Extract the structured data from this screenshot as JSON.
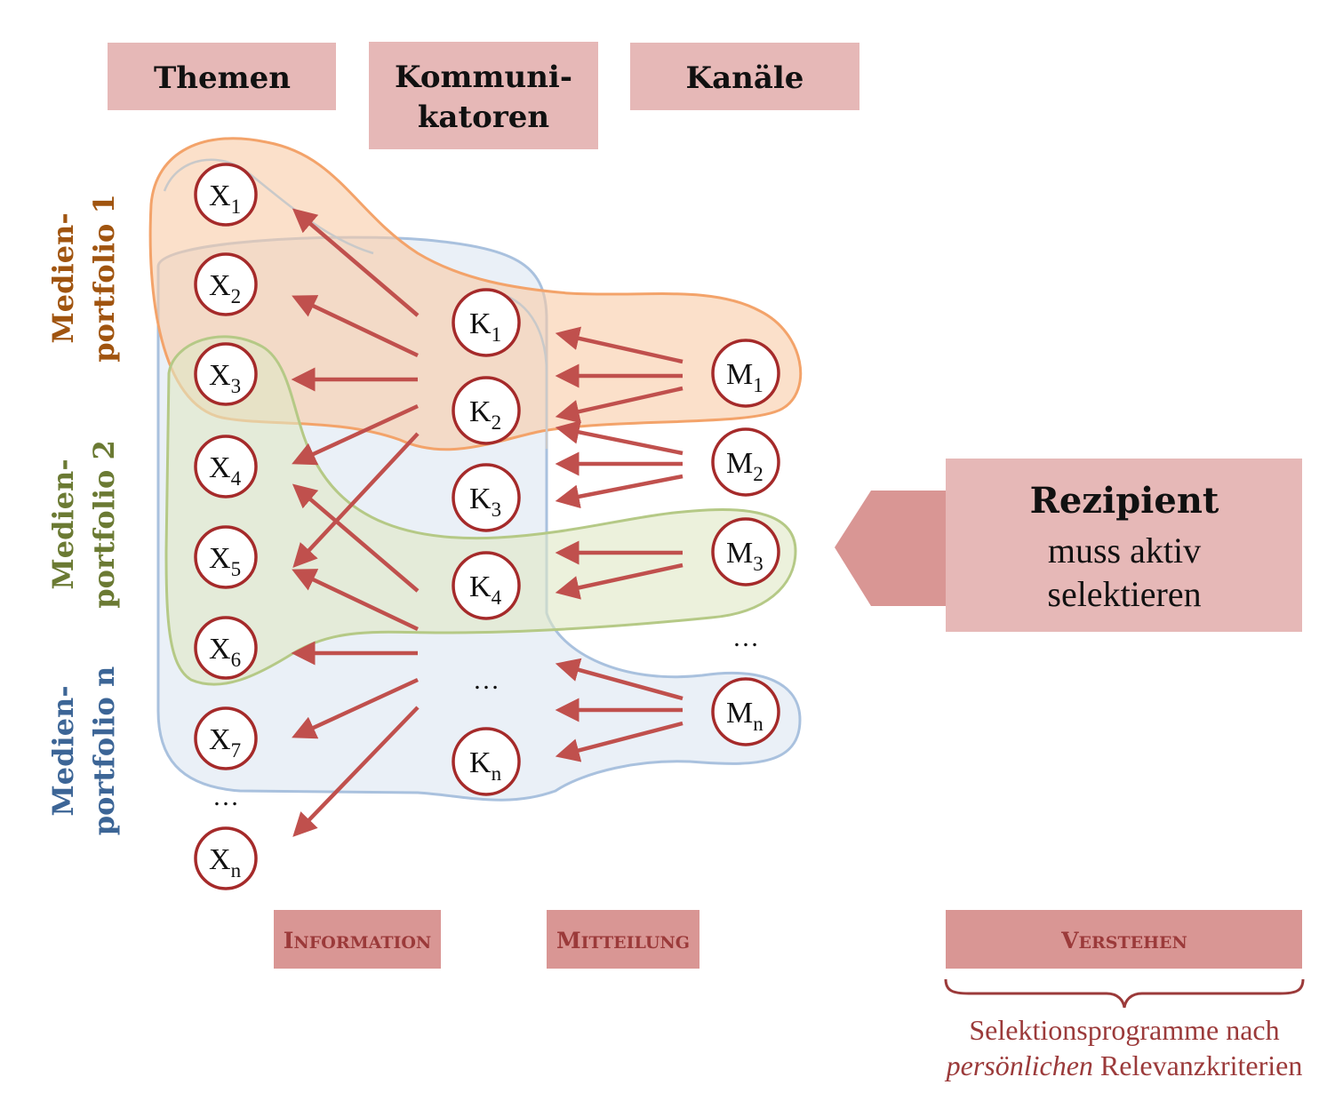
{
  "headers": {
    "themen": "Themen",
    "kommunikatoren_line1": "Kommuni-",
    "kommunikatoren_line2": "katoren",
    "kanaele": "Kanäle"
  },
  "portfolios": [
    {
      "line1": "Medien-",
      "line2": "portfolio 1",
      "color": "#a0540f"
    },
    {
      "line1": "Medien-",
      "line2": "portfolio 2",
      "color": "#6b7a33"
    },
    {
      "line1": "Medien-",
      "line2": "portfolio n",
      "color": "#3c6596"
    }
  ],
  "themen_nodes": [
    {
      "base": "X",
      "sub": "1"
    },
    {
      "base": "X",
      "sub": "2"
    },
    {
      "base": "X",
      "sub": "3"
    },
    {
      "base": "X",
      "sub": "4"
    },
    {
      "base": "X",
      "sub": "5"
    },
    {
      "base": "X",
      "sub": "6"
    },
    {
      "base": "X",
      "sub": "7"
    },
    {
      "base": "X",
      "sub": "n"
    }
  ],
  "kommunikator_nodes": [
    {
      "base": "K",
      "sub": "1"
    },
    {
      "base": "K",
      "sub": "2"
    },
    {
      "base": "K",
      "sub": "3"
    },
    {
      "base": "K",
      "sub": "4"
    },
    {
      "base": "K",
      "sub": "n"
    }
  ],
  "kanal_nodes": [
    {
      "base": "M",
      "sub": "1"
    },
    {
      "base": "M",
      "sub": "2"
    },
    {
      "base": "M",
      "sub": "3"
    },
    {
      "base": "M",
      "sub": "n"
    }
  ],
  "ellipsis": "…",
  "rezipient": {
    "title": "Rezipient",
    "line2": "muss aktiv",
    "line3": "selektieren"
  },
  "bottom_tags": {
    "information": {
      "first": "I",
      "rest": "NFORMATION"
    },
    "mitteilung": {
      "first": "M",
      "rest": "ITTEILUNG"
    },
    "verstehen": {
      "first": "V",
      "rest": "ERSTEHEN"
    }
  },
  "note": {
    "line1": "Selektionsprogramme nach",
    "line2_italic": "persönlichen",
    "line2_rest": " Relevanzkriterien"
  },
  "colors": {
    "header_box": "#e6b8b7",
    "tag_box": "#d99694",
    "arrow": "#c0504d",
    "node_stroke": "#a52a2a",
    "orange_fill": "#f9cba6",
    "orange_stroke": "#f3a36a",
    "green_fill": "#dfe8c4",
    "green_stroke": "#b5c986",
    "blue_fill": "#dce6f2",
    "blue_stroke": "#a9c1de"
  }
}
